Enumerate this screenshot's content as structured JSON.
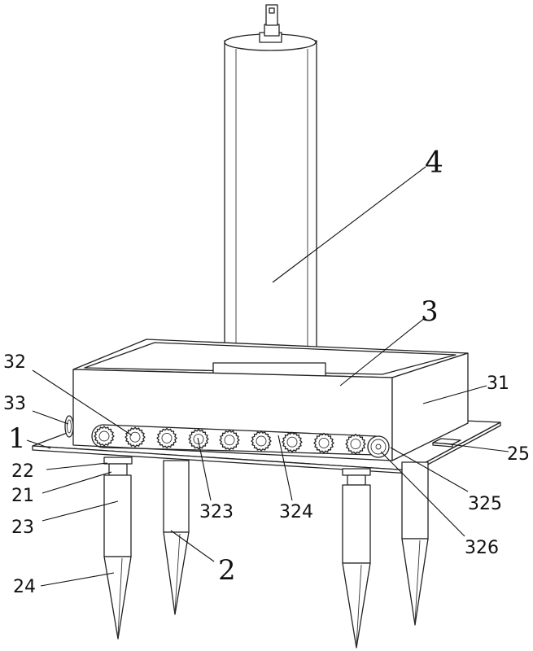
{
  "labels": {
    "l1": "1",
    "l2": "2",
    "l3": "3",
    "l4": "4",
    "l21": "21",
    "l22": "22",
    "l23": "23",
    "l24": "24",
    "l25": "25",
    "l31": "31",
    "l32": "32",
    "l33": "33",
    "l323": "323",
    "l324": "324",
    "l325": "325",
    "l326": "326"
  }
}
